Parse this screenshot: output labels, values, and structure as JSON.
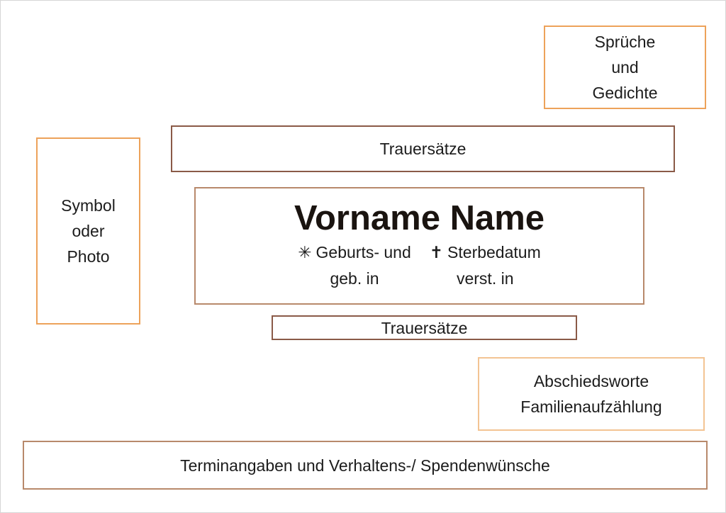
{
  "boxes": {
    "sprueche": [
      "Sprüche",
      "und",
      "Gedichte"
    ],
    "trauer_top": "Trauersätze",
    "symbol": [
      "Symbol",
      "oder",
      "Photo"
    ],
    "main": {
      "name": "Vorname Name",
      "birth_symbol": "✳",
      "birth_label": "Geburts- und",
      "birth_place": "geb. in",
      "death_symbol": "✝",
      "death_label": "Sterbedatum",
      "death_place": "verst. in"
    },
    "trauer_bottom": "Trauersätze",
    "abschied": [
      "Abschiedsworte",
      "Familienaufzählung"
    ],
    "termine": "Terminangaben und Verhaltens-/ Spendenwünsche"
  },
  "colors": {
    "orange": "#eda25a",
    "orange_light": "#f3c493",
    "brown": "#8a5a47",
    "tan": "#b8896b"
  }
}
